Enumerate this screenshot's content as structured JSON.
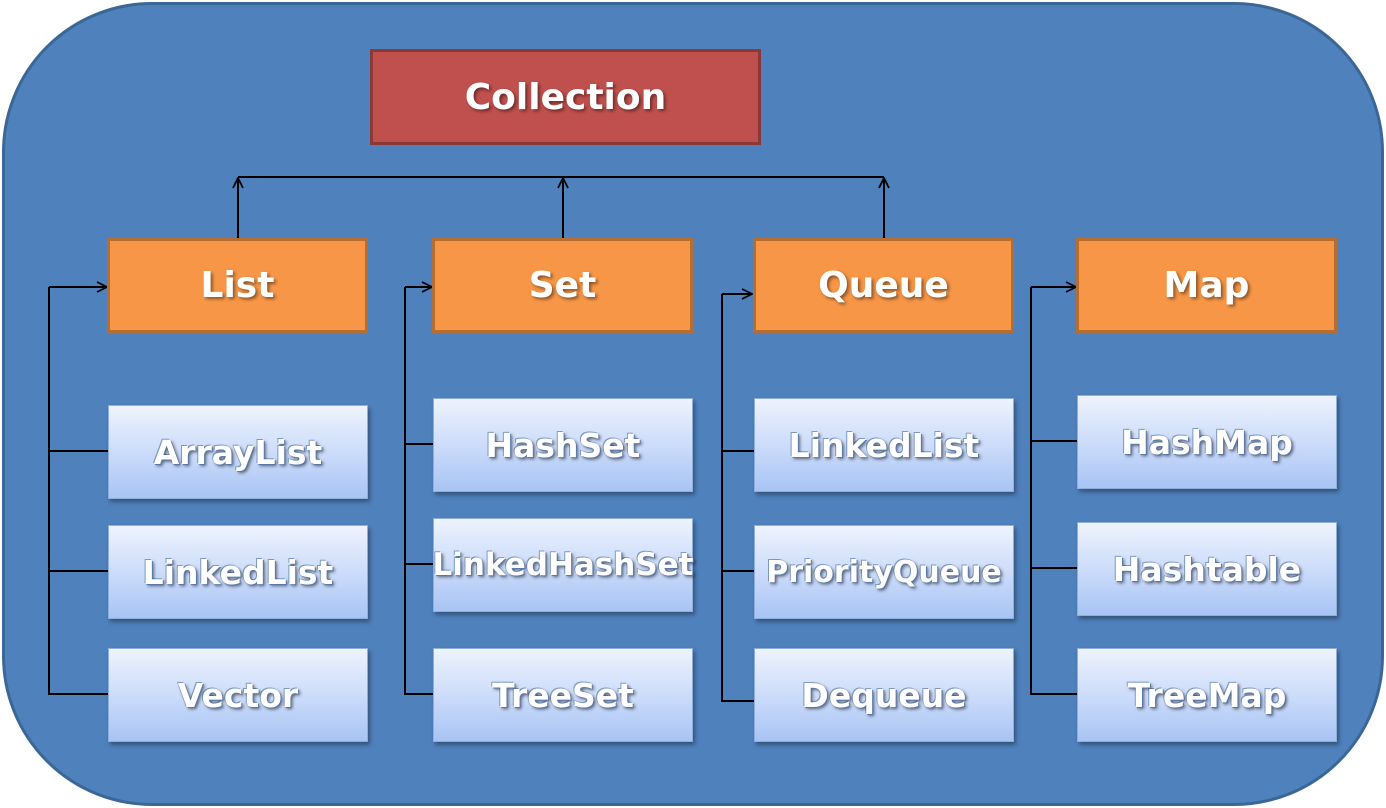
{
  "diagram": {
    "root": {
      "label": "Collection"
    },
    "groups": [
      {
        "label": "List",
        "items": [
          "ArrayList",
          "LinkedList",
          "Vector"
        ]
      },
      {
        "label": "Set",
        "items": [
          "HashSet",
          "LinkedHashSet",
          "TreeSet"
        ]
      },
      {
        "label": "Queue",
        "items": [
          "LinkedList",
          "PriorityQueue",
          "Dequeue"
        ]
      },
      {
        "label": "Map",
        "items": [
          "HashMap",
          "Hashtable",
          "TreeMap"
        ]
      }
    ],
    "colors": {
      "background": "#4f81bd",
      "root_fill": "#c0504d",
      "interface_fill": "#f79646",
      "implementation_fill": "#c9dafa",
      "connector": "#000000"
    }
  }
}
